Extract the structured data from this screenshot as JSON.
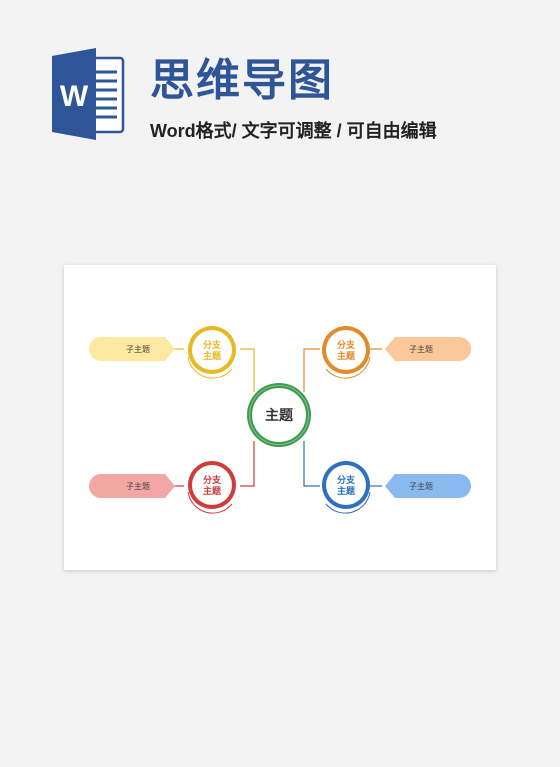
{
  "header": {
    "logo_letter": "W",
    "title": "思维导图",
    "subtitle": "Word格式/ 文字可调整 / 可自由编辑"
  },
  "diagram": {
    "center": {
      "label": "主题",
      "color": "#3f9a4e"
    },
    "branches": [
      {
        "id": "top-left",
        "line1": "分支",
        "line2": "主题",
        "color": "#e8b923",
        "sub": {
          "label": "子主题",
          "color": "#fde9a2"
        }
      },
      {
        "id": "bottom-left",
        "line1": "分支",
        "line2": "主题",
        "color": "#cf3c3c",
        "sub": {
          "label": "子主题",
          "color": "#f3a7a4"
        }
      },
      {
        "id": "top-right",
        "line1": "分支",
        "line2": "主题",
        "color": "#e38a2d",
        "sub": {
          "label": "子主题",
          "color": "#fbc89a"
        }
      },
      {
        "id": "bottom-right",
        "line1": "分支",
        "line2": "主题",
        "color": "#2f6fc0",
        "sub": {
          "label": "子主题",
          "color": "#8ab9ef"
        }
      }
    ]
  },
  "colors": {
    "brand": "#2e5597",
    "background": "#f3f3f3"
  }
}
